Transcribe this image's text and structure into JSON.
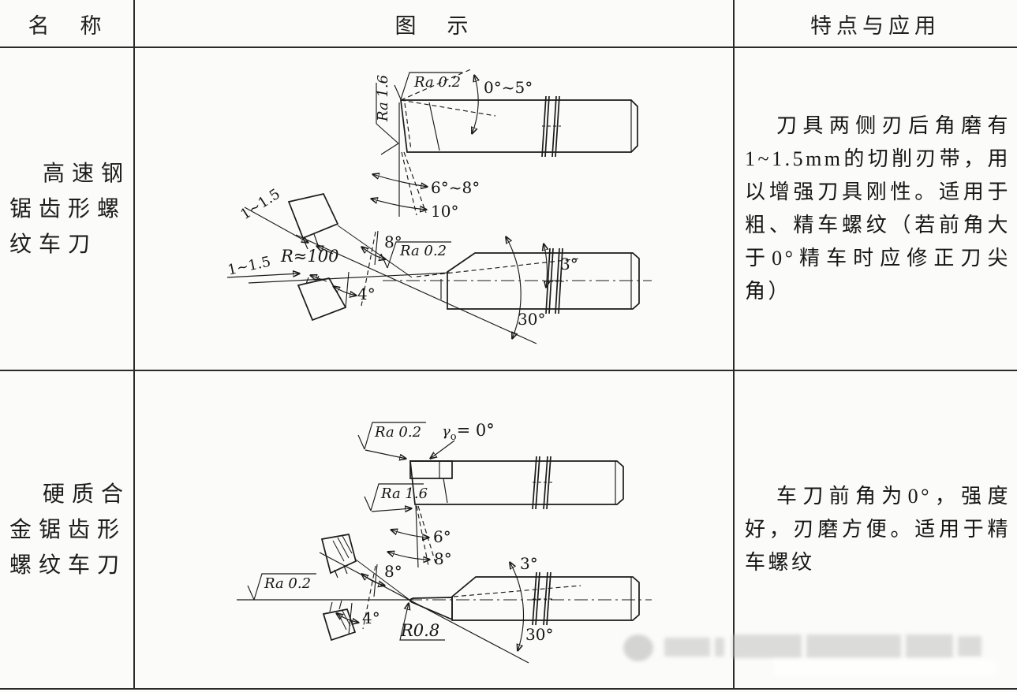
{
  "header": {
    "name": "名　称",
    "illustration": "图　示",
    "features": "特点与应用"
  },
  "rows": [
    {
      "name_lines": [
        "高速钢",
        "锯齿形螺",
        "纹车刀"
      ],
      "features": "刀具两侧刃后角磨有1~1.5mm的切削刃带，用以增强刀具刚性。适用于粗、精车螺纹（若前角大于0°精车时应修正刀尖角）",
      "labels": {
        "ra_face_side": "Ra 1.6",
        "ra_top_side": "Ra 0.2",
        "rake_range": "0°~5°",
        "clearance_range": "6°~8°",
        "clearance_ground": "10°",
        "land_upper": "1~1.5",
        "land_lower": "1~1.5",
        "grind_radius": "R≈100",
        "side_relief": "8°",
        "ra_flank": "Ra 0.2",
        "side_relief_minor": "4°",
        "trail_angle": "3°",
        "profile_angle": "30°"
      }
    },
    {
      "name_lines": [
        "硬质合",
        "金锯齿形",
        "螺纹车刀"
      ],
      "features": "车刀前角为0°，强度好，刃磨方便。适用于精车螺纹",
      "labels": {
        "ra_top_side": "Ra 0.2",
        "rake_gamma": "γ",
        "rake_sub": "o",
        "rake_val": "= 0°",
        "ra_face_side": "Ra 1.6",
        "clearance_1": "6°",
        "clearance_2": "8°",
        "ra_flank": "Ra 0.2",
        "side_relief": "8°",
        "side_relief_minor": "4°",
        "nose_radius": "R0.8",
        "trail_angle": "3°",
        "profile_angle": "30°"
      }
    }
  ]
}
